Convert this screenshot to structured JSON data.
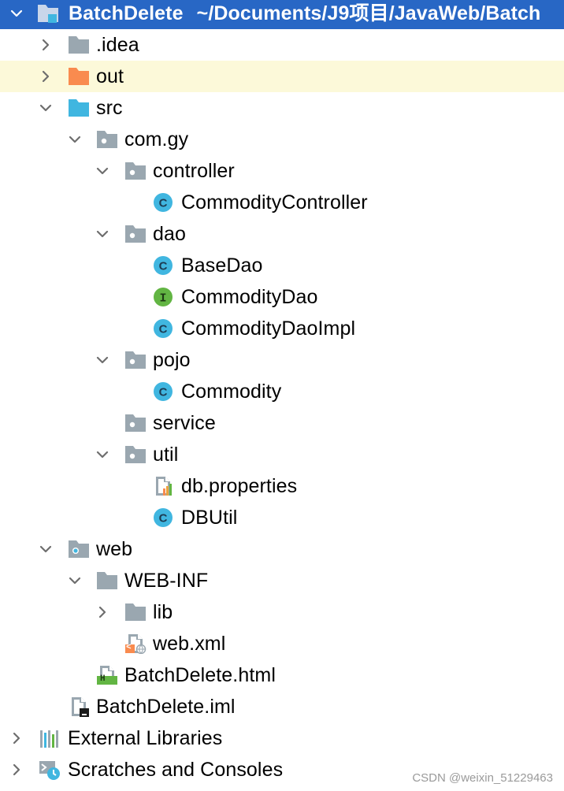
{
  "project_tree": {
    "root": {
      "label": "BatchDelete",
      "path": "~/Documents/J9项目/JavaWeb/Batch"
    },
    "items": [
      {
        "label": ".idea",
        "icon": "folder-icon"
      },
      {
        "label": "out",
        "icon": "excluded-folder-icon"
      },
      {
        "label": "src",
        "icon": "source-folder-icon"
      },
      {
        "label": "com.gy",
        "icon": "package-icon"
      },
      {
        "label": "controller",
        "icon": "package-icon"
      },
      {
        "label": "CommodityController",
        "icon": "class-icon",
        "badge": "C"
      },
      {
        "label": "dao",
        "icon": "package-icon"
      },
      {
        "label": "BaseDao",
        "icon": "class-icon",
        "badge": "C"
      },
      {
        "label": "CommodityDao",
        "icon": "interface-icon",
        "badge": "I"
      },
      {
        "label": "CommodityDaoImpl",
        "icon": "class-icon",
        "badge": "C"
      },
      {
        "label": "pojo",
        "icon": "package-icon"
      },
      {
        "label": "Commodity",
        "icon": "class-icon",
        "badge": "C"
      },
      {
        "label": "service",
        "icon": "package-icon"
      },
      {
        "label": "util",
        "icon": "package-icon"
      },
      {
        "label": "db.properties",
        "icon": "properties-file-icon"
      },
      {
        "label": "DBUtil",
        "icon": "class-icon",
        "badge": "C"
      },
      {
        "label": "web",
        "icon": "web-folder-icon"
      },
      {
        "label": "WEB-INF",
        "icon": "folder-icon"
      },
      {
        "label": "lib",
        "icon": "folder-icon"
      },
      {
        "label": "web.xml",
        "icon": "xml-file-icon",
        "badge": "<"
      },
      {
        "label": "BatchDelete.html",
        "icon": "html-file-icon",
        "badge": "H"
      },
      {
        "label": "BatchDelete.iml",
        "icon": "iml-file-icon"
      },
      {
        "label": "External Libraries",
        "icon": "libraries-icon"
      },
      {
        "label": "Scratches and Consoles",
        "icon": "scratches-icon"
      }
    ]
  },
  "colors": {
    "selection": "#2867c5",
    "highlight_row": "#fcf9d9",
    "folder_gray": "#9aa7b0",
    "excluded_orange": "#f98b4f",
    "source_blue": "#40b6e0",
    "class_circle": "#40b6e0",
    "interface_circle": "#62b543"
  },
  "watermark": "CSDN @weixin_51229463"
}
